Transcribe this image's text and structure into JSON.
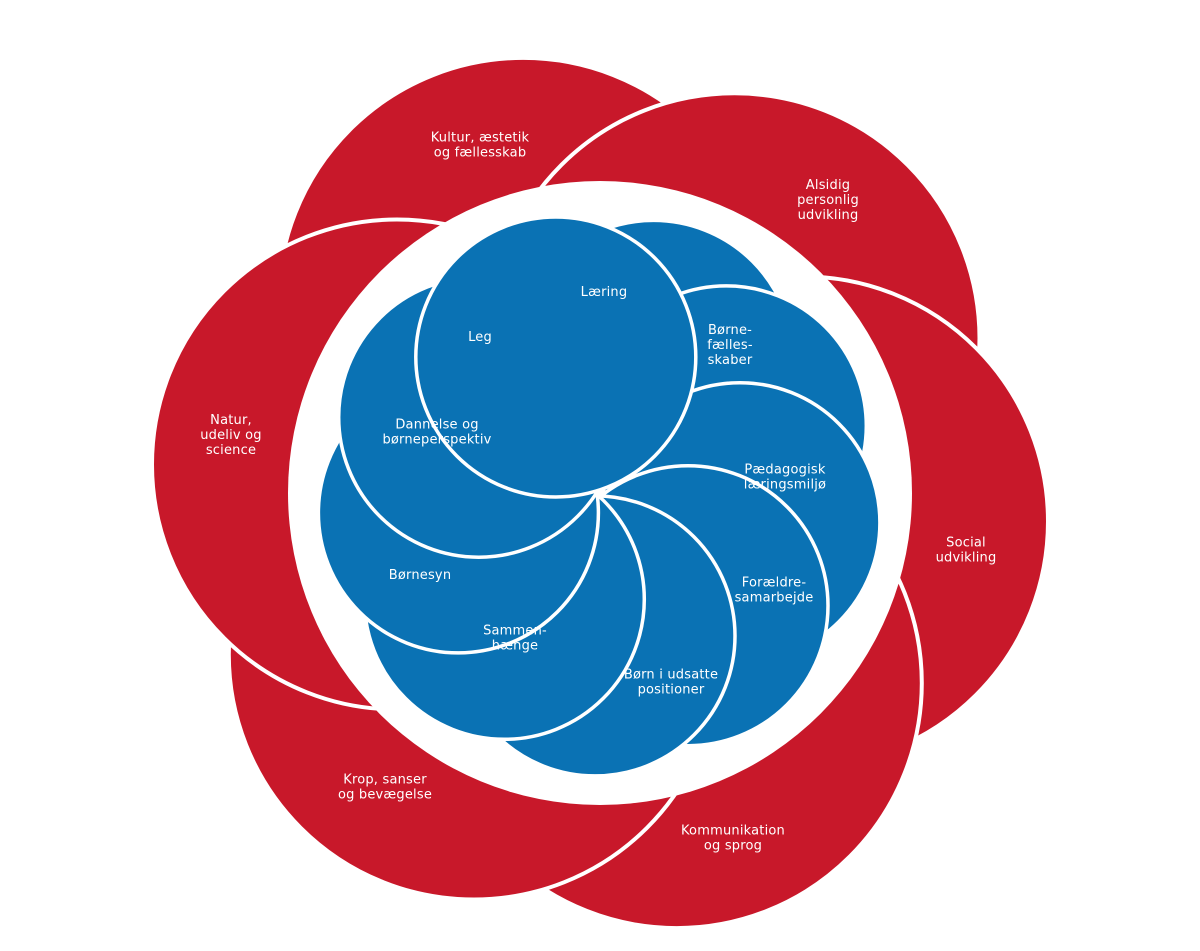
{
  "colors": {
    "outer": "#c8182a",
    "inner": "#0a72b4",
    "separator": "#ffffff",
    "text": "#ffffff"
  },
  "outer_themes": [
    {
      "lines": [
        "Kultur, æstetik",
        "og fællesskab"
      ]
    },
    {
      "lines": [
        "Alsidig",
        "personlig",
        "udvikling"
      ]
    },
    {
      "lines": [
        "Social",
        "udvikling"
      ]
    },
    {
      "lines": [
        "Kommunikation",
        "og sprog"
      ]
    },
    {
      "lines": [
        "Krop, sanser",
        "og bevægelse"
      ]
    },
    {
      "lines": [
        "Natur,",
        "udeliv og",
        "science"
      ]
    }
  ],
  "inner_elements": [
    {
      "lines": [
        "Læring"
      ]
    },
    {
      "lines": [
        "Børne-",
        "fælles-",
        "skaber"
      ]
    },
    {
      "lines": [
        "Pædagogisk",
        "læringsmiljø"
      ]
    },
    {
      "lines": [
        "Forældre-",
        "samarbejde"
      ]
    },
    {
      "lines": [
        "Børn i udsatte",
        "positioner"
      ]
    },
    {
      "lines": [
        "Sammen-",
        "hænge"
      ]
    },
    {
      "lines": [
        "Børnesyn"
      ]
    },
    {
      "lines": [
        "Dannelse og",
        "børneperspektiv"
      ]
    },
    {
      "lines": [
        "Leg"
      ]
    }
  ]
}
